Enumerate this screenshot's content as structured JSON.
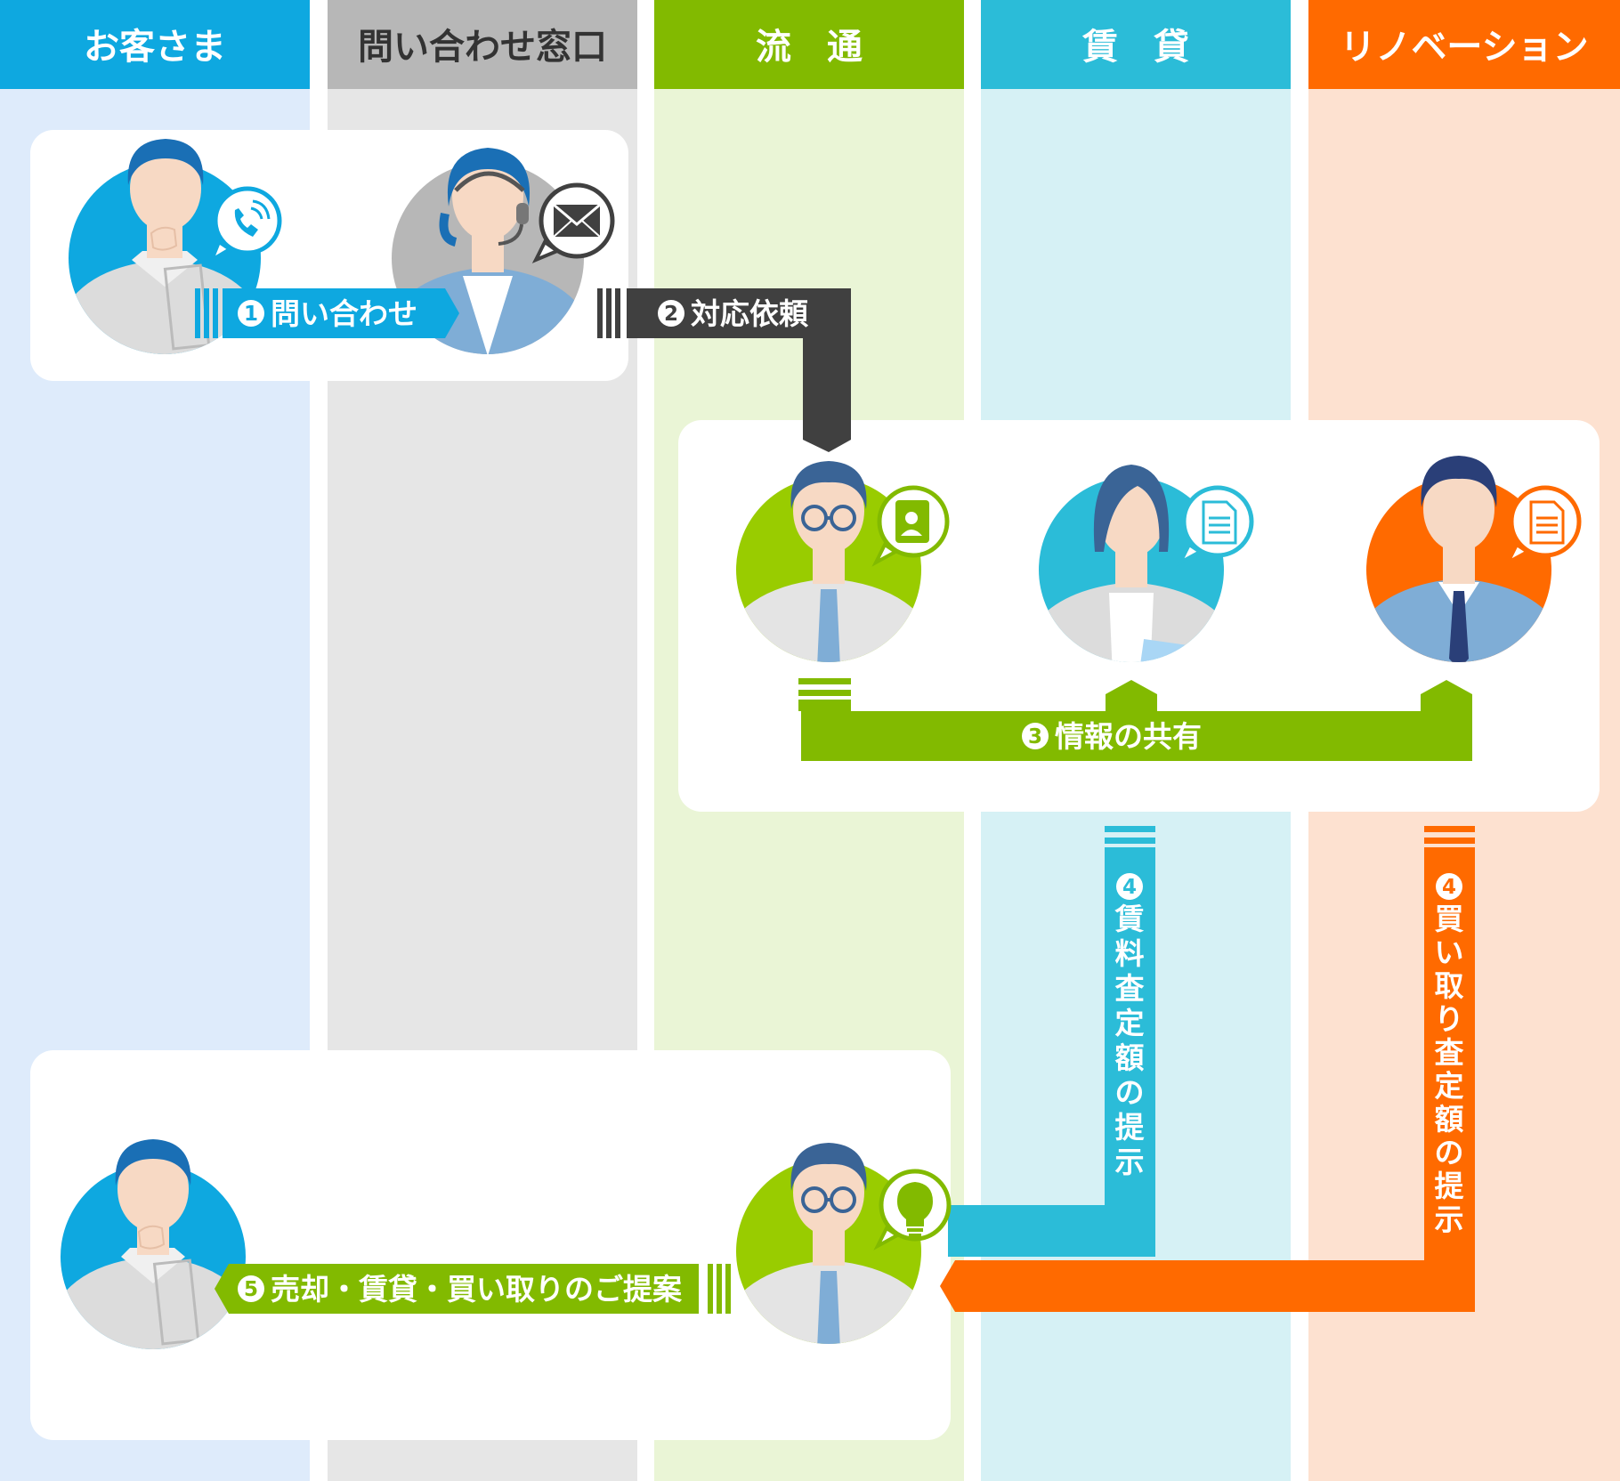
{
  "lanes": [
    {
      "label": "お客さま",
      "header_color": "#0ea8e0",
      "body_color": "#deebfb"
    },
    {
      "label": "問い合わせ窓口",
      "header_color": "#b7b7b7",
      "body_color": "#e6e6e6",
      "label_color": "#333333"
    },
    {
      "label": "流　通",
      "header_color": "#82ba00",
      "body_color": "#eaf5d6"
    },
    {
      "label": "賃　貸",
      "header_color": "#2bbcd8",
      "body_color": "#d6f1f5"
    },
    {
      "label": "リノベーション",
      "header_color": "#ff6a00",
      "body_color": "#fde1d0"
    }
  ],
  "steps": {
    "s1": {
      "num": "1",
      "label": "問い合わせ",
      "color": "#0ea8e0"
    },
    "s2": {
      "num": "2",
      "label": "対応依頼",
      "color": "#404040"
    },
    "s3": {
      "num": "3",
      "label": "情報の共有",
      "color": "#82ba00"
    },
    "s4a": {
      "num": "4",
      "chars": [
        "賃",
        "料",
        "査",
        "定",
        "額",
        "の",
        "提",
        "示"
      ],
      "color": "#2bbcd8"
    },
    "s4b": {
      "num": "4",
      "chars": [
        "買",
        "い",
        "取",
        "り",
        "査",
        "定",
        "額",
        "の",
        "提",
        "示"
      ],
      "color": "#ff6a00"
    },
    "s5": {
      "num": "5",
      "label": "売却・賃貸・買い取りのご提案",
      "color": "#82ba00"
    }
  },
  "people": [
    {
      "role": "customer",
      "circle": "#0ea8e0",
      "badge": "phone-icon"
    },
    {
      "role": "call-center-operator",
      "circle": "#b7b7b7",
      "badge": "mail-icon"
    },
    {
      "role": "distribution-staff",
      "circle": "#99cc00",
      "badge": "contact-card-icon"
    },
    {
      "role": "rental-staff",
      "circle": "#2bbcd8",
      "badge": "document-icon"
    },
    {
      "role": "renovation-staff",
      "circle": "#ff6a00",
      "badge": "document-icon"
    },
    {
      "role": "customer",
      "circle": "#0ea8e0",
      "badge": ""
    },
    {
      "role": "distribution-staff",
      "circle": "#99cc00",
      "badge": "lightbulb-icon"
    }
  ]
}
